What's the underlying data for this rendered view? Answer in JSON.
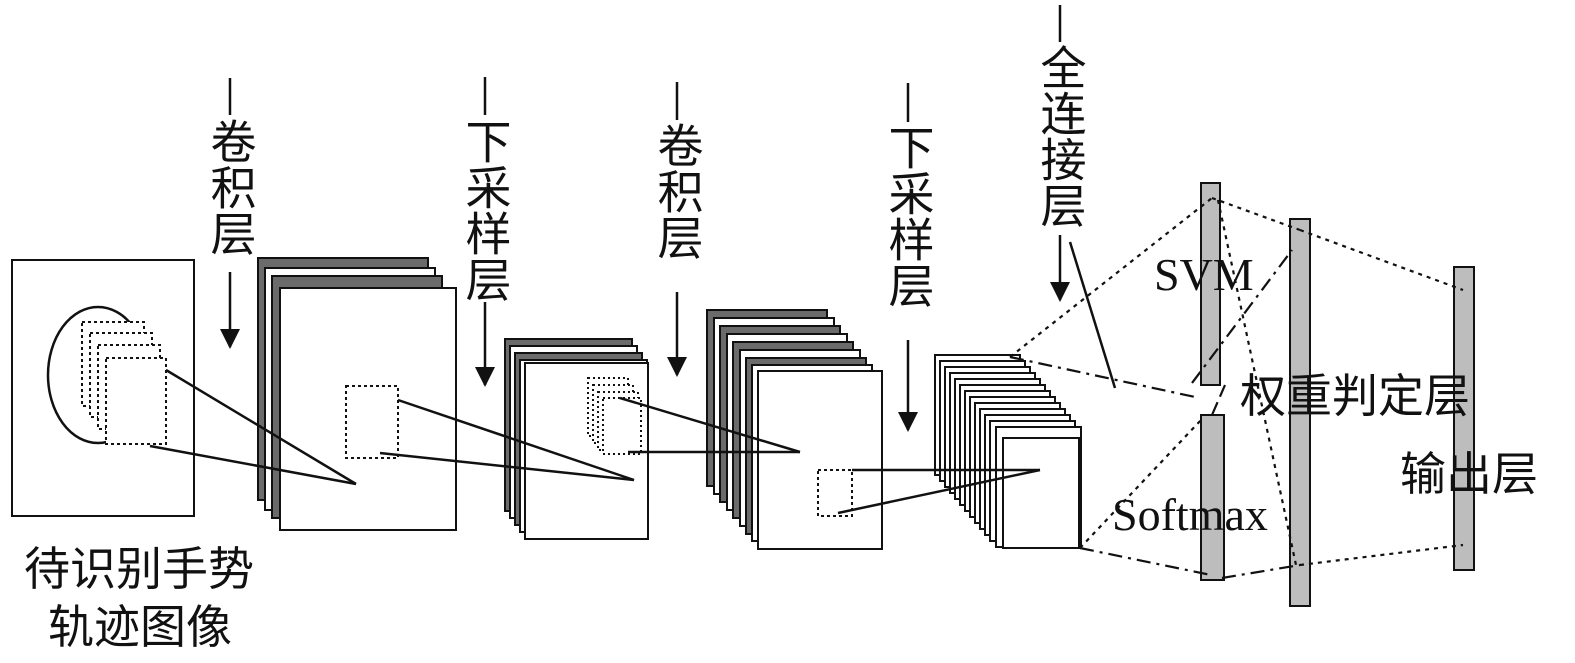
{
  "labels": {
    "input_image_line1": "待识别手势",
    "input_image_line2": "轨迹图像",
    "conv1": "卷积层",
    "pool1": "下采样层",
    "conv2": "卷积层",
    "pool2": "下采样层",
    "fully_connected": "全连接层",
    "svm": "SVM",
    "softmax": "Softmax",
    "weight_decision": "权重判定层",
    "output": "输出层"
  },
  "colors": {
    "stroke": "#111111",
    "map_back": "#6b6b6b",
    "bar_fill": "#bdbdbd"
  }
}
